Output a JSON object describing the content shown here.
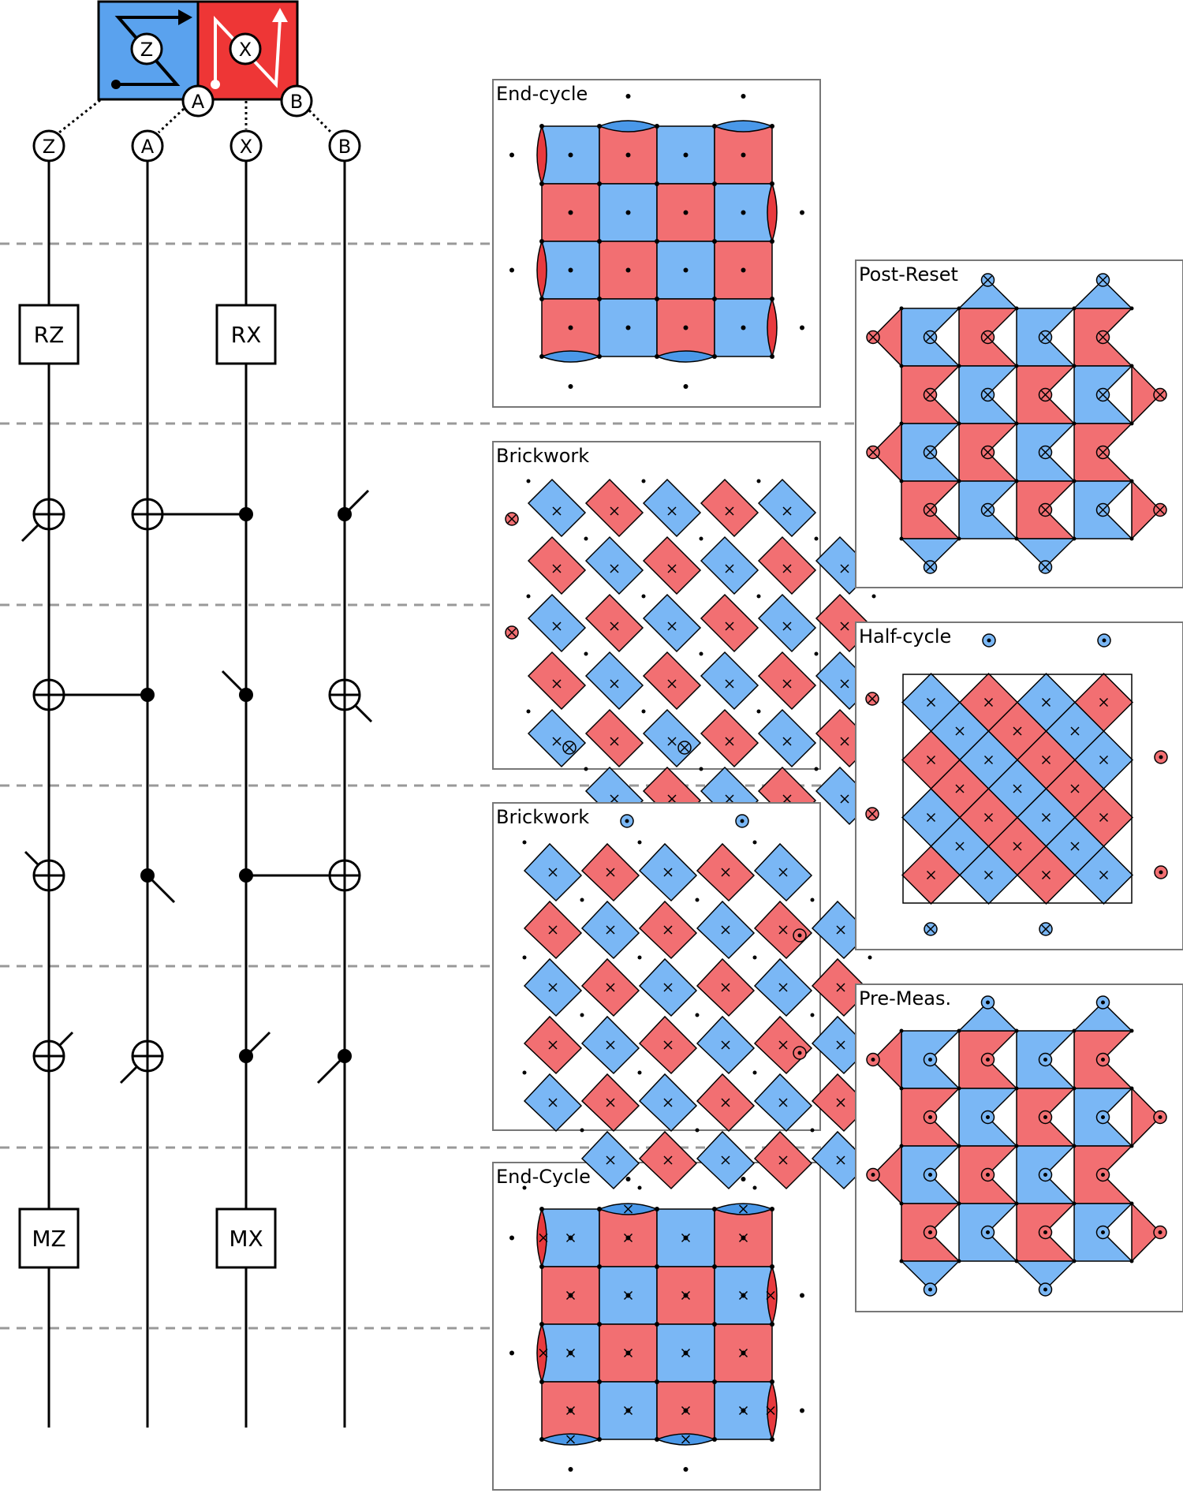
{
  "legend": {
    "z_label": "Z",
    "x_label": "X",
    "port_a": "A",
    "port_b": "B",
    "z_color": "#5aa2ee",
    "x_color": "#ee3636"
  },
  "circuit": {
    "qubits": [
      "Z",
      "A",
      "X",
      "B"
    ],
    "reset_gates": [
      "RZ",
      "RX"
    ],
    "measure_gates": [
      "MZ",
      "MX"
    ]
  },
  "panels": {
    "end_cycle_top": "End-cycle",
    "brickwork_1": "Brickwork",
    "brickwork_2": "Brickwork",
    "end_cycle_bottom": "End-Cycle",
    "post_reset": "Post-Reset",
    "half_cycle": "Half-cycle",
    "pre_meas": "Pre-Meas."
  },
  "colors": {
    "blue": "#7ab7f5",
    "red": "#f26f72",
    "blue_cap": "#4a98e8",
    "red_cap": "#e83a3e",
    "divider": "#999999"
  }
}
